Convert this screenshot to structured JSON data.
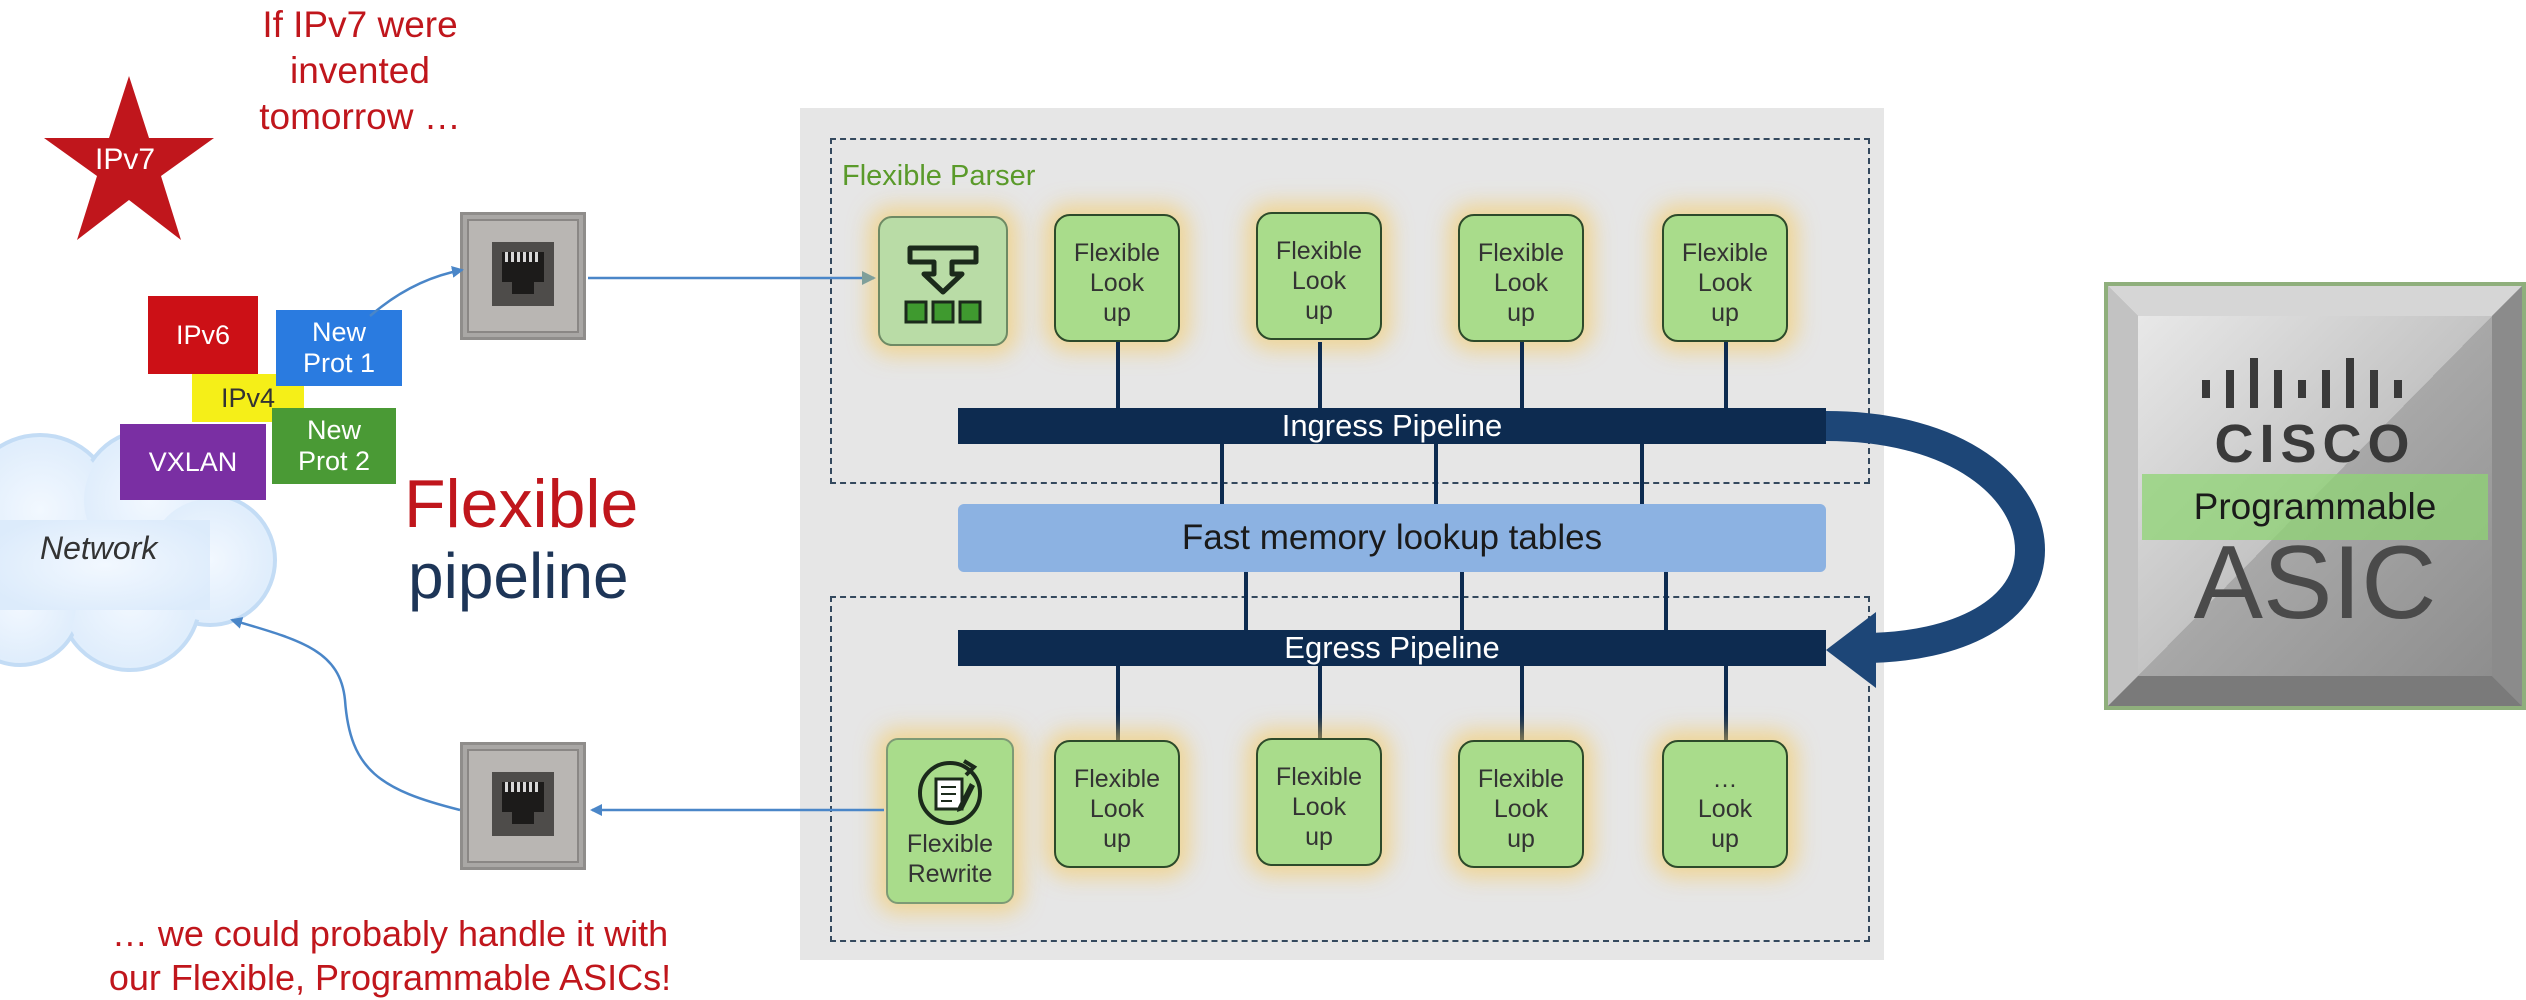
{
  "left": {
    "ipv7_caption_lines": [
      "If IPv7 were",
      "invented",
      "tomorrow …"
    ],
    "ipv7_star_label": "IPv7",
    "protocols": {
      "ipv6": "IPv6",
      "ipv4": "IPv4",
      "vxlan": "VXLAN",
      "new1_line1": "New",
      "new1_line2": "Prot 1",
      "new2_line1": "New",
      "new2_line2": "Prot 2"
    },
    "network_label": "Network",
    "flexible_word": "Flexible",
    "pipeline_word": "pipeline",
    "bottom_caption_line1_a": "… we could probably handle it ",
    "bottom_caption_line1_b": "with",
    "bottom_caption_line2": "our Flexible, Programmable ASICs!"
  },
  "pipeline": {
    "parser_label": "Flexible Parser",
    "ingress_label": "Ingress Pipeline",
    "fast_memory_label": "Fast memory lookup tables",
    "egress_label": "Egress Pipeline",
    "rewrite_line1": "Flexible",
    "rewrite_line2": "Rewrite",
    "ingress_lookups": [
      {
        "l1": "Flexible",
        "l2": "Look",
        "l3": "up"
      },
      {
        "l1": "Flexible",
        "l2": "Look",
        "l3": "up"
      },
      {
        "l1": "Flexible",
        "l2": "Look",
        "l3": "up"
      },
      {
        "l1": "Flexible",
        "l2": "Look",
        "l3": "up"
      }
    ],
    "egress_lookups": [
      {
        "l1": "Flexible",
        "l2": "Look",
        "l3": "up"
      },
      {
        "l1": "Flexible",
        "l2": "Look",
        "l3": "up"
      },
      {
        "l1": "Flexible",
        "l2": "Look",
        "l3": "up"
      },
      {
        "l1": "…",
        "l2": "Look",
        "l3": "up"
      }
    ]
  },
  "chip": {
    "brand": "CISCO",
    "programmable_label": "Programmable",
    "asic_label": "ASIC"
  },
  "colors": {
    "red": "#c0161c",
    "navy": "#0d2b50",
    "lookup_green": "#a9dc8b",
    "fast_memory_blue": "#8cb2e2"
  }
}
